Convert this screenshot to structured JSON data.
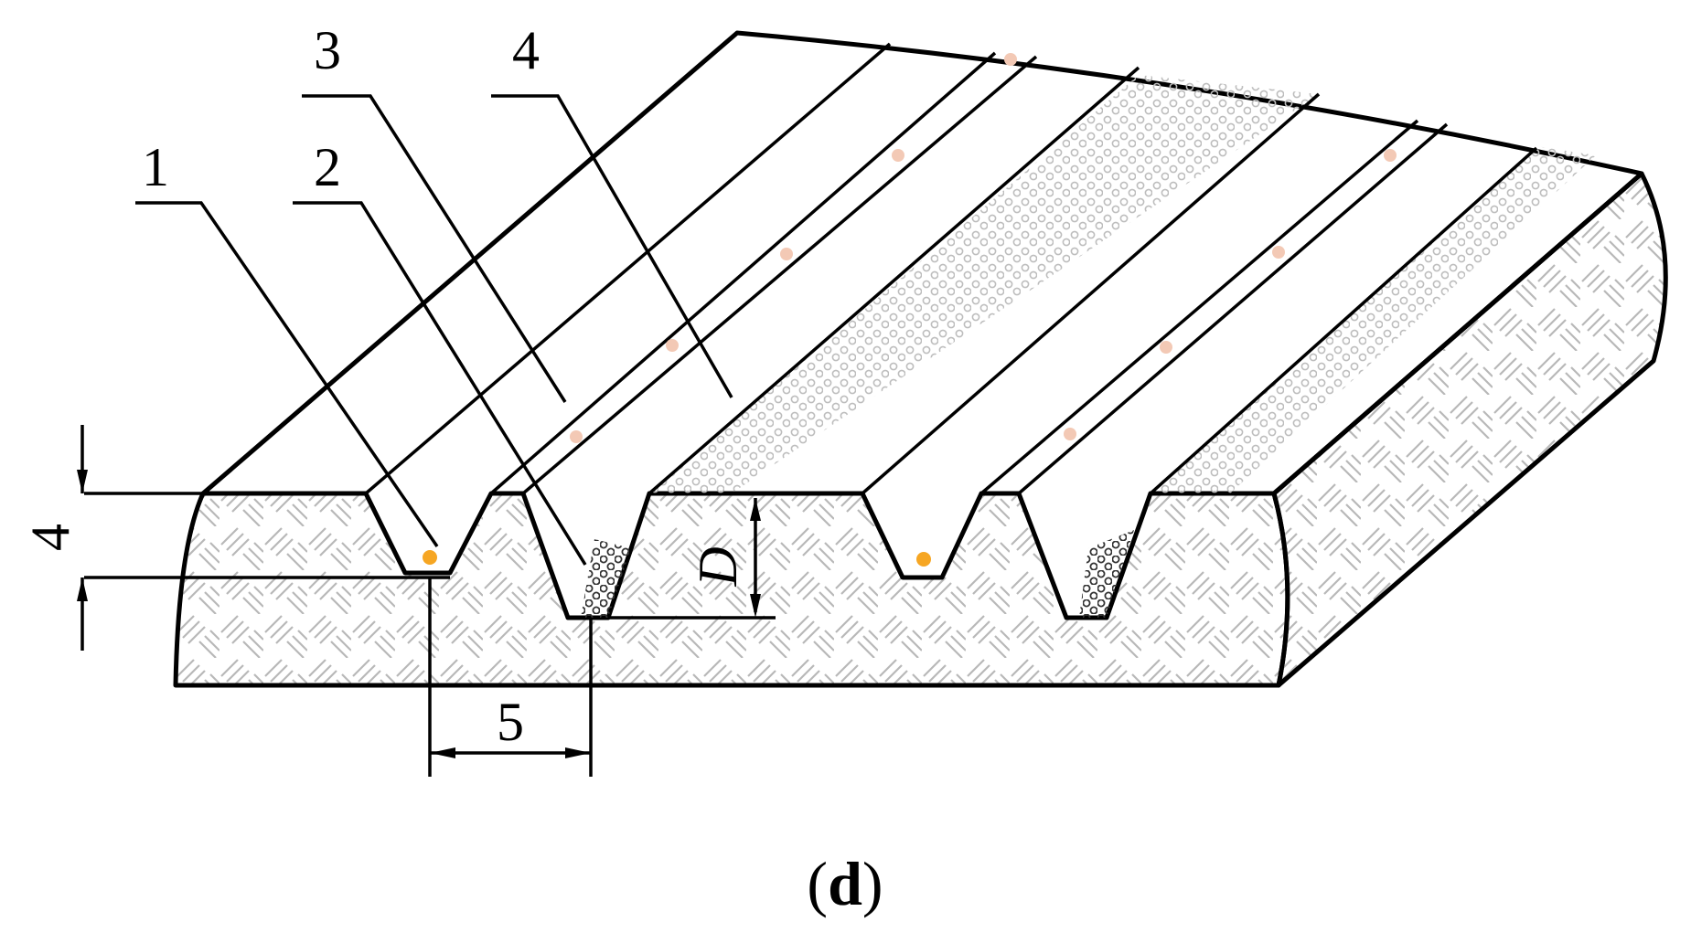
{
  "figure": {
    "caption_open": "(",
    "caption_letter": "d",
    "caption_close": ")",
    "labels": {
      "callout_1": "1",
      "callout_2": "2",
      "callout_3": "3",
      "callout_4": "4",
      "dim_left": "4",
      "dim_bottom": "5",
      "dim_depth": "D"
    },
    "colors": {
      "stroke": "#000000",
      "hatch": "#b8b8b8",
      "circles": "#bdbdbd",
      "orange_dot": "#f6a623",
      "faint_dot": "#f3c9b5",
      "background": "#ffffff"
    }
  }
}
